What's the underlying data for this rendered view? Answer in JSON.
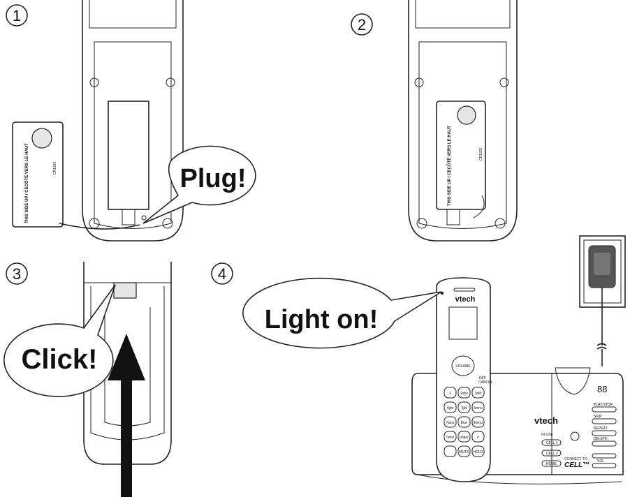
{
  "steps": [
    {
      "number": "1",
      "callout": "Plug!"
    },
    {
      "number": "2",
      "callout": ""
    },
    {
      "number": "3",
      "callout": "Click!"
    },
    {
      "number": "4",
      "callout": "Light on!"
    }
  ],
  "battery_label": {
    "orientation": "THIS SIDE UP / CECÔTÉ VERS LE HAUT",
    "model": "CR1322"
  },
  "phone": {
    "brand": "vtech",
    "handset_keys": [
      "1",
      "2abc",
      "3def",
      "4ghi",
      "5jkl",
      "6mno",
      "7pqrs",
      "8tuv",
      "9wxyz",
      "*tone",
      "0oper",
      "#",
      "",
      "MUTE",
      "HOLD"
    ],
    "handset_labels": {
      "volume": "VOLUME",
      "off": "OFF",
      "cancel": "CANCEL"
    },
    "base_display": "88",
    "base_buttons": [
      "PLAY/STOP",
      "SKIP",
      "REPEAT",
      "DELETE",
      "VOL"
    ],
    "base_left_buttons": [
      "CELL 1",
      "CELL 2",
      "HOME"
    ],
    "connect_label": "CONNECT TO",
    "cell_logo": "CELL™",
    "in_use": "IN USE"
  },
  "colors": {
    "line": "#222222",
    "fill": "#ffffff",
    "adapter": "#555555"
  }
}
